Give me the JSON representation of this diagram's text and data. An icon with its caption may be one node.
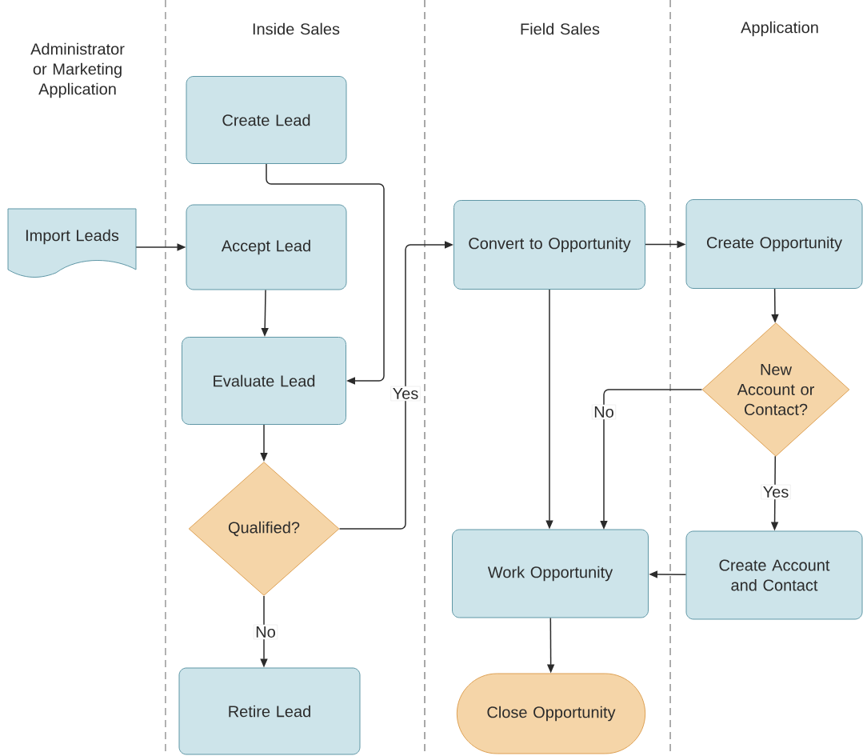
{
  "diagram": {
    "nodes": [
      {
        "text": [
          "Import Leads"
        ]
      },
      {
        "text": [
          "Create Lead"
        ]
      },
      {
        "text": [
          "Accept Lead"
        ]
      },
      {
        "text": [
          "Evaluate Lead"
        ]
      },
      {
        "text": [
          "Qualified?"
        ]
      },
      {
        "text": [
          "Retire Lead"
        ]
      },
      {
        "text": [
          "Convert to Opportunity"
        ]
      },
      {
        "text": [
          "Work Opportunity"
        ]
      },
      {
        "text": [
          "Close Opportunity"
        ]
      },
      {
        "text": [
          "Create Opportunity"
        ]
      },
      {
        "text": [
          "New Account or Contact?"
        ]
      },
      {
        "text": [
          "Create Account and Contact"
        ]
      }
    ],
    "edges": [
      {
        "from": 0,
        "to": 2,
        "arrow": "to"
      },
      {
        "from": 1,
        "to": 3,
        "arrow": "to"
      },
      {
        "from": 2,
        "to": 3,
        "arrow": "to"
      },
      {
        "from": 3,
        "to": 4,
        "arrow": "to"
      },
      {
        "from": 4,
        "to": 6,
        "arrow": "to",
        "label": "Yes"
      },
      {
        "from": 4,
        "to": 5,
        "arrow": "to",
        "label": "No"
      },
      {
        "from": 6,
        "to": 9,
        "arrow": "to"
      },
      {
        "from": 6,
        "to": 7,
        "arrow": "to"
      },
      {
        "from": 9,
        "to": 10,
        "arrow": "to"
      },
      {
        "from": 10,
        "to": 7,
        "arrow": "to",
        "label": "No"
      },
      {
        "from": 10,
        "to": 11,
        "arrow": "to",
        "label": "Yes"
      },
      {
        "from": 11,
        "to": 7,
        "arrow": "to"
      },
      {
        "from": 7,
        "to": 8,
        "arrow": "to"
      }
    ],
    "labels": [
      "Administrator or Marketing Application",
      "Inside Sales",
      "Field Sales",
      "Application"
    ]
  }
}
